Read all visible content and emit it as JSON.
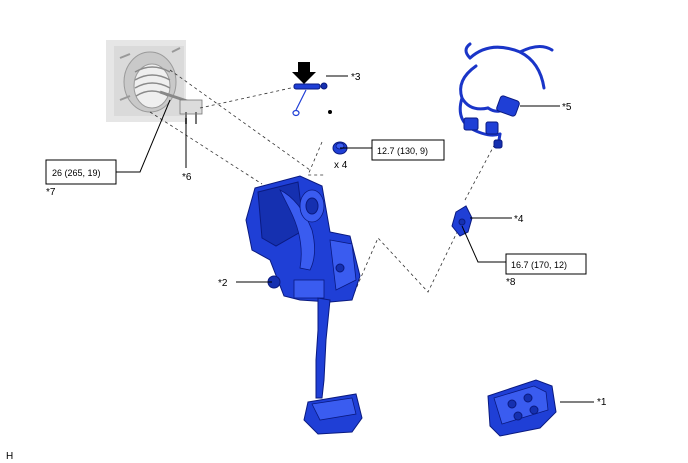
{
  "callouts": {
    "c1": "*1",
    "c2": "*2",
    "c3": "*3",
    "c4_clip": "*4",
    "c4_count": "x 4",
    "c5": "*5",
    "c6": "*6",
    "c7": "*7",
    "c8": "*8"
  },
  "torque_boxes": {
    "t7": "26 (265, 19)",
    "t_nut": "12.7 (130, 9)",
    "t8": "16.7 (170, 12)"
  },
  "corner_mark": "H",
  "colors": {
    "part_fill": "#1f3fd6",
    "part_stroke": "#0a1a80",
    "background": "#ffffff"
  }
}
